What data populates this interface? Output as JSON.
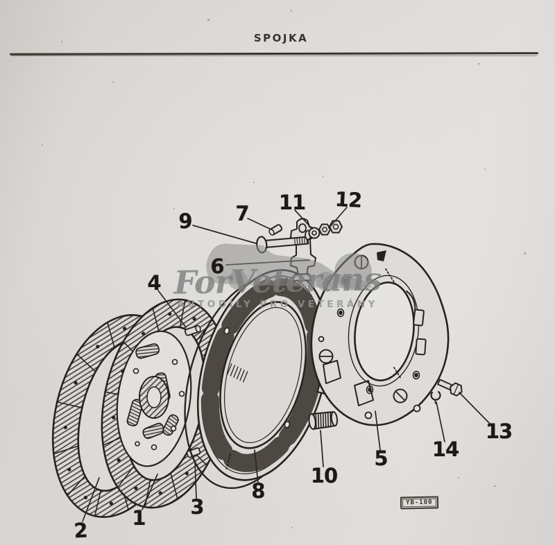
{
  "page": {
    "title": "SPOJKA"
  },
  "watermark": {
    "brand": "ForVeterans",
    "tagline": "AUTODÍLY PRO VETERÁNY"
  },
  "figure": {
    "kind": "exploded-parts-diagram",
    "subject": "clutch assembly",
    "code": "YB-100",
    "part_labels": [
      "1",
      "2",
      "3",
      "4",
      "5",
      "6",
      "7",
      "8",
      "9",
      "10",
      "11",
      "12",
      "13",
      "14"
    ]
  },
  "colors": {
    "paper": "#d9d7d4",
    "ink": "#26231f",
    "watermark_gray": "#8c8c8c"
  }
}
